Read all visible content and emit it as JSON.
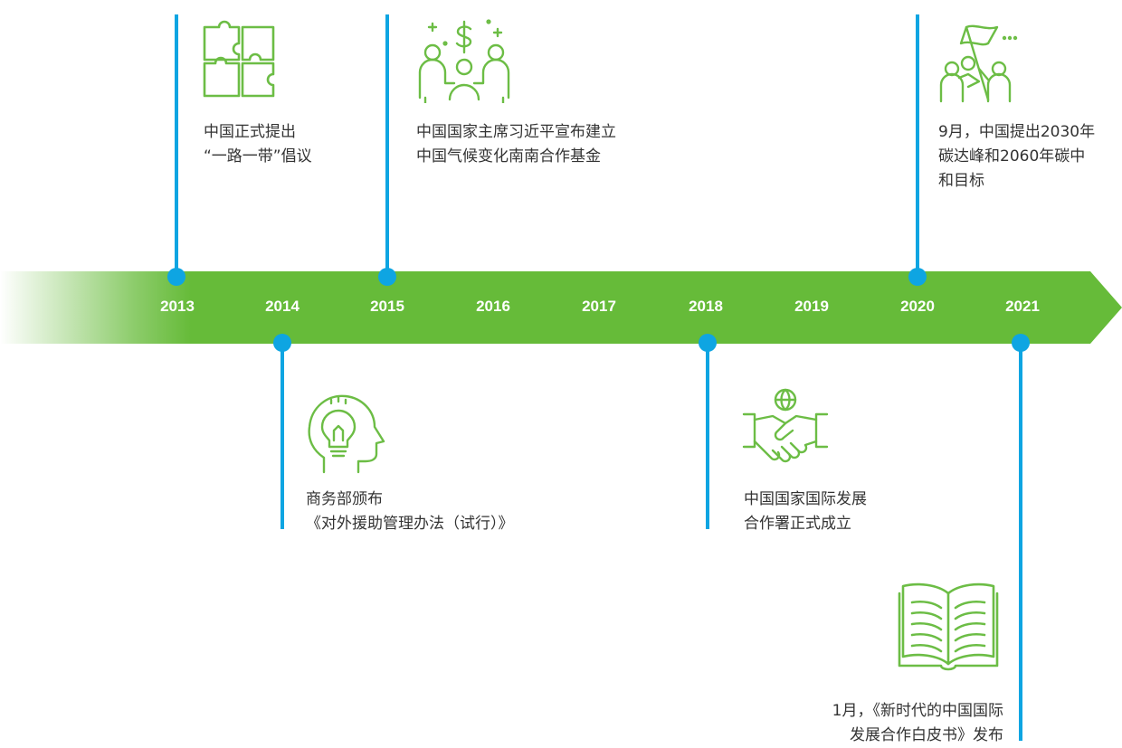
{
  "colors": {
    "arrow_green": "#66bb39",
    "marker_blue": "#0ea5e2",
    "icon_green": "#6cbd45",
    "year_text": "#ffffff"
  },
  "timeline": {
    "years": [
      "2013",
      "2014",
      "2015",
      "2016",
      "2017",
      "2018",
      "2019",
      "2020",
      "2021"
    ]
  },
  "events": [
    {
      "year": "2013",
      "icon": "puzzle-icon",
      "lines": [
        "中国正式提出",
        "“一路一带”倡议"
      ]
    },
    {
      "year": "2015",
      "icon": "meeting-dollar-icon",
      "lines": [
        "中国国家主席习近平宣布建立",
        "中国气候变化南南合作基金"
      ]
    },
    {
      "year": "2020",
      "icon": "people-flag-icon",
      "lines": [
        "9月，中国提出2030年",
        "碳达峰和2060年碳中",
        "和目标"
      ]
    },
    {
      "year": "2014",
      "icon": "head-lightbulb-icon",
      "lines": [
        "商务部颁布",
        "《对外援助管理办法（试行）》"
      ]
    },
    {
      "year": "2018",
      "icon": "handshake-globe-icon",
      "lines": [
        "中国国家国际发展",
        "合作署正式成立"
      ]
    },
    {
      "year": "2021",
      "icon": "open-book-icon",
      "lines": [
        "1月，《新时代的中国国际",
        "发展合作白皮书》发布"
      ]
    }
  ]
}
